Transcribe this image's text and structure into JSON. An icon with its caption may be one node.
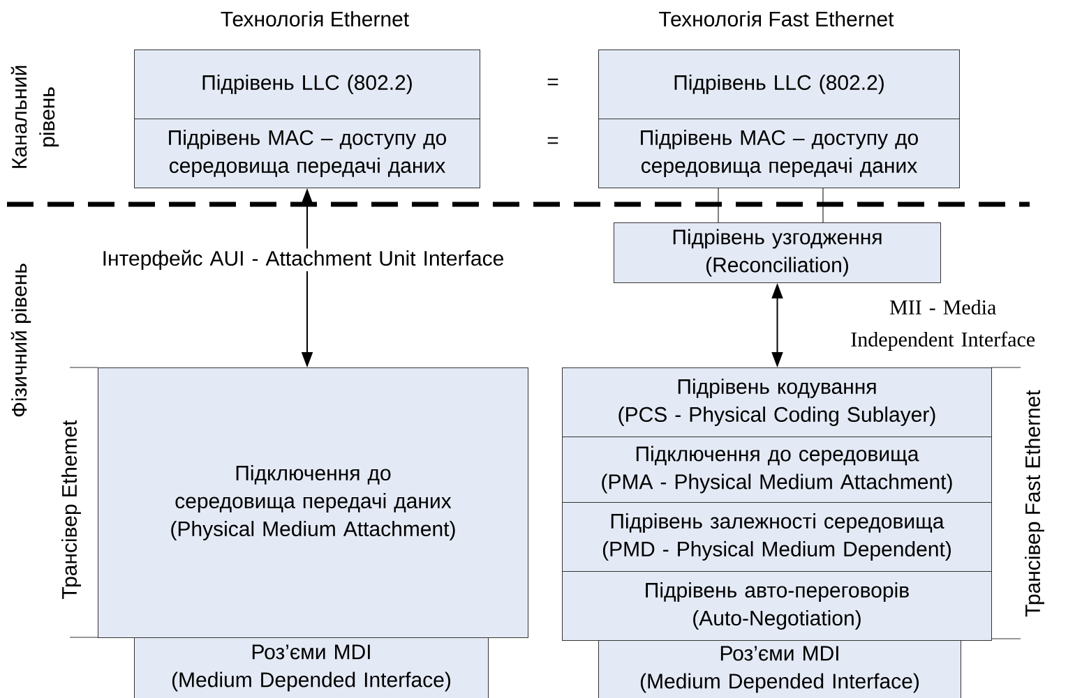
{
  "diagram": {
    "nodes": [
      {
        "text": [
          "Підрівень LLC (802.2)"
        ]
      },
      {
        "text": [
          "Підрівень MAC – доступу до середовища передачі даних"
        ]
      },
      {
        "text": [
          "Підрівень LLC (802.2)"
        ]
      },
      {
        "text": [
          "Підрівень MAC – доступу до середовища передачі даних"
        ]
      },
      {
        "text": [
          "Підрівень узгодження",
          "(Reconciliation)"
        ]
      },
      {
        "text": [
          "Підключення до середовища передачі даних",
          "(Physical Medium Attachment)"
        ],
        "beside": [
          "Трансівер Ethemet"
        ]
      },
      {
        "text": [
          "Роз’єми MDI",
          "(Medium Depended Interface)"
        ]
      },
      {
        "text": [
          "Підрівень кодування",
          "(PCS - Physical Coding Sublayer)"
        ]
      },
      {
        "text": [
          "Підключення до середовища",
          "(PMA - Physical Medium Attachment)"
        ]
      },
      {
        "text": [
          "Підрівень залежності середовища",
          "(PMD - Physical Medium Dependent)"
        ]
      },
      {
        "text": [
          "Підрівень авто-переговорів",
          "(Auto-Negotiation)"
        ]
      },
      {
        "text": [
          "Роз’єми MDI",
          "(Medium Depended Interface)"
        ]
      }
    ],
    "edges": [
      {
        "from": 1,
        "to": 5,
        "arrow": "both",
        "label": "Інтерфейс AUI - Attachment Unit Interface"
      },
      {
        "from": 4,
        "to": 7,
        "arrow": "both",
        "label": "MII - Media Independent Interface"
      },
      {
        "from": 3,
        "to": 4,
        "arrow": "none"
      },
      {
        "from": 3,
        "to": 4,
        "arrow": "none"
      }
    ],
    "labels": [
      "Технологія Ethernet",
      "Технологія Fast Ethernet",
      "Канальний рівень",
      "=",
      "=",
      "Фізичний рівень",
      "Трансівер Fast Ethernet"
    ]
  }
}
